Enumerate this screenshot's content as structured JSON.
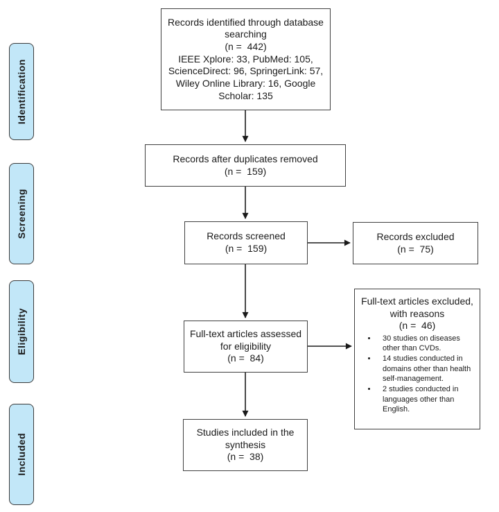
{
  "colors": {
    "stage_fill": "#c2e7f8",
    "stage_border": "#3a3a3a",
    "box_border": "#3f3f3f",
    "arrow": "#1a1a1a",
    "background": "#ffffff",
    "text": "#1a1a1a"
  },
  "stages": [
    {
      "label": "Identification"
    },
    {
      "label": "Screening"
    },
    {
      "label": "Eligibility"
    },
    {
      "label": "Included"
    }
  ],
  "flow": {
    "identified": {
      "title": "Records identified through database searching",
      "count": "(n =  442)",
      "sources": "IEEE Xplore: 33, PubMed: 105, ScienceDirect: 96, SpringerLink: 57, Wiley Online Library: 16, Google Scholar: 135"
    },
    "deduplicated": {
      "title": "Records after duplicates removed",
      "count": "(n =  159)"
    },
    "screened": {
      "title": "Records screened",
      "count": "(n =  159)"
    },
    "records_excluded": {
      "title": "Records excluded",
      "count": "(n =  75)"
    },
    "fulltext_assessed": {
      "title": "Full-text articles assessed for eligibility",
      "count": "(n =  84)"
    },
    "fulltext_excluded": {
      "title": "Full-text articles excluded, with reasons",
      "count": "(n =  46)",
      "reasons": [
        "30 studies on diseases other than CVDs.",
        "14 studies conducted in domains other than health self-management.",
        "2 studies conducted in languages other than English."
      ]
    },
    "included": {
      "title": "Studies included in the synthesis",
      "count": "(n =  38)"
    }
  }
}
